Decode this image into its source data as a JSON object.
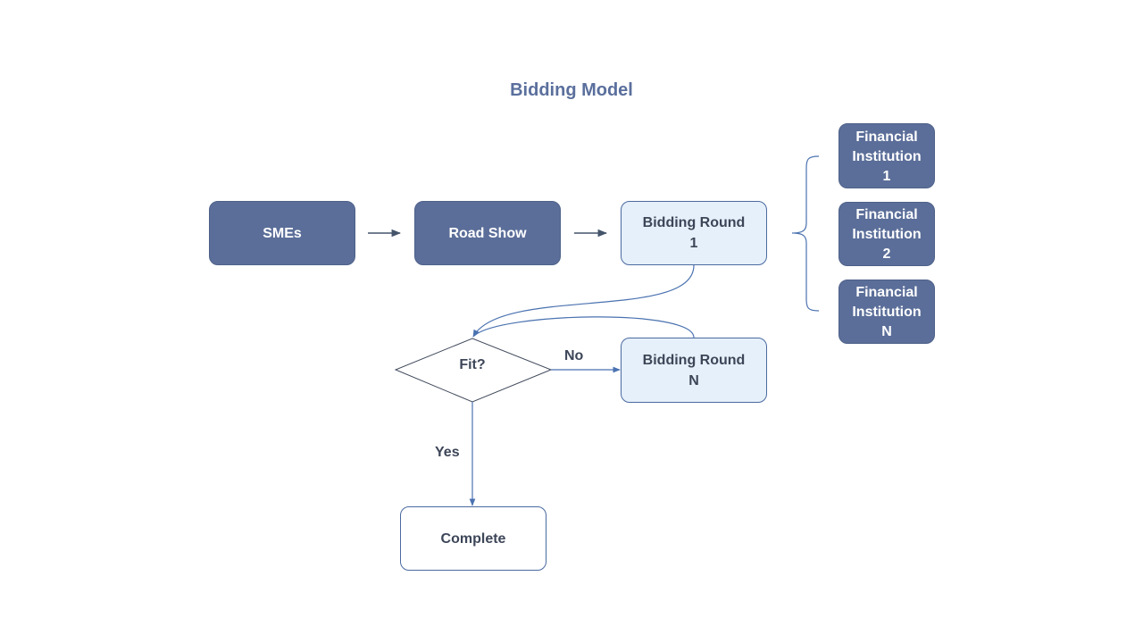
{
  "diagram": {
    "title": "Bidding Model",
    "nodes": {
      "smes": "SMEs",
      "road_show": "Road Show",
      "bidding_round_1": "Bidding Round\n1",
      "fit": "Fit?",
      "bidding_round_n": "Bidding Round\nN",
      "complete": "Complete",
      "fi_1": "Financial\nInstitution\n1",
      "fi_2": "Financial\nInstitution\n2",
      "fi_n": "Financial\nInstitution\nN"
    },
    "edge_labels": {
      "no": "No",
      "yes": "Yes"
    },
    "colors": {
      "title": "#5a6f9c",
      "dark_fill": "#5b6e99",
      "light_fill": "#e6f0fa",
      "stroke": "#4a6aa0",
      "arrow_dark": "#44546a"
    }
  }
}
